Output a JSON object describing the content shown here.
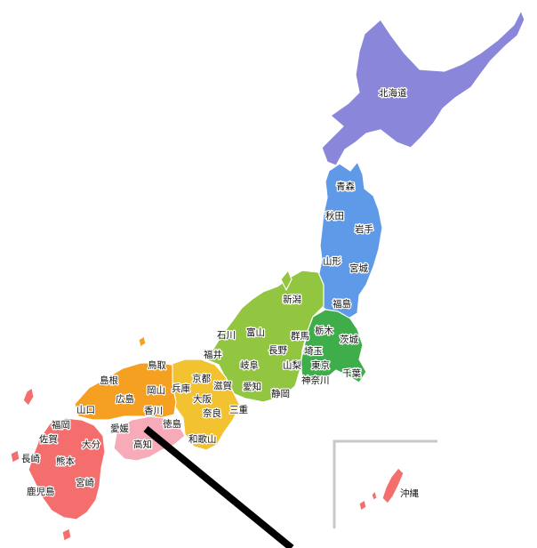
{
  "regions": {
    "hokkaido": {
      "color": "#8a86d9"
    },
    "tohoku": {
      "color": "#5f9ae8"
    },
    "kanto": {
      "color": "#3fae4a"
    },
    "chubu": {
      "color": "#93c640"
    },
    "kinki": {
      "color": "#f2c230"
    },
    "chugoku": {
      "color": "#f5a020"
    },
    "shikoku": {
      "color": "#f7aab8"
    },
    "kyushu": {
      "color": "#f56e6e"
    }
  },
  "labels": {
    "hokkaido": "北海道",
    "aomori": "青森",
    "akita": "秋田",
    "iwate": "岩手",
    "yamagata": "山形",
    "miyagi": "宮城",
    "niigata": "新潟",
    "fukushima": "福島",
    "ishikawa": "石川",
    "toyama": "富山",
    "gunma": "群馬",
    "tochigi": "栃木",
    "ibaraki": "茨城",
    "fukui": "福井",
    "nagano": "長野",
    "saitama": "埼玉",
    "gifu": "岐阜",
    "yamanashi": "山梨",
    "tokyo": "東京",
    "chiba": "千葉",
    "kanagawa": "神奈川",
    "aichi": "愛知",
    "shizuoka": "静岡",
    "tottori": "鳥取",
    "shimane": "島根",
    "kyoto": "京都",
    "hiroshima": "広島",
    "okayama": "岡山",
    "hyogo": "兵庫",
    "shiga": "滋賀",
    "osaka": "大阪",
    "nara": "奈良",
    "mie": "三重",
    "yamaguchi": "山口",
    "kagawa": "香川",
    "tokushima": "徳島",
    "ehime": "愛媛",
    "kochi": "高知",
    "wakayama": "和歌山",
    "fukuoka": "福岡",
    "saga": "佐賀",
    "oita": "大分",
    "nagasaki": "長崎",
    "kumamoto": "熊本",
    "miyazaki": "宮崎",
    "kagoshima": "鹿児島",
    "okinawa": "沖縄"
  }
}
